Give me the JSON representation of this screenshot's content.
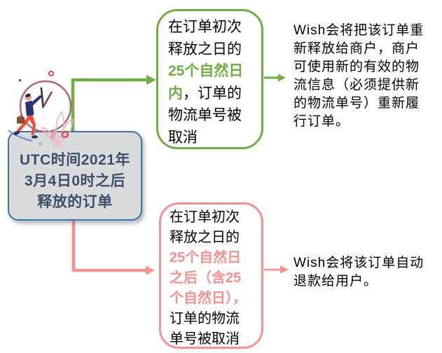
{
  "colors": {
    "branch_green": "#70AD47",
    "branch_pink": "#F8908F",
    "start_box_border": "#41719C",
    "start_box_fill": "#D9DBDD",
    "start_box_text": "#3E4E6A",
    "body_text": "#000000"
  },
  "icons": {
    "clock_person": "person-pointing-at-clock-illustration"
  },
  "left_box": {
    "label": "UTC时间2021年\n3月4日0时之后\n释放的订单"
  },
  "top_branch": {
    "condition": {
      "pre": "在订单初次\n释放之日的\n",
      "highlight": "25个自然日\n内",
      "post": "，订单的\n物流单号被\n取消"
    },
    "outcome": "Wish会将把该订单重\n新释放给商户，商户\n可使用新的有效的物\n流信息（必须提供新\n的物流单号）重新履\n行订单。"
  },
  "bottom_branch": {
    "condition": {
      "pre": "在订单初次\n释放之日的\n",
      "highlight": "25个自然日\n之后（含25\n个自然日），",
      "post": "\n订单的物流\n单号被取消"
    },
    "outcome": "Wish会将该订单自动\n退款给用户。"
  }
}
